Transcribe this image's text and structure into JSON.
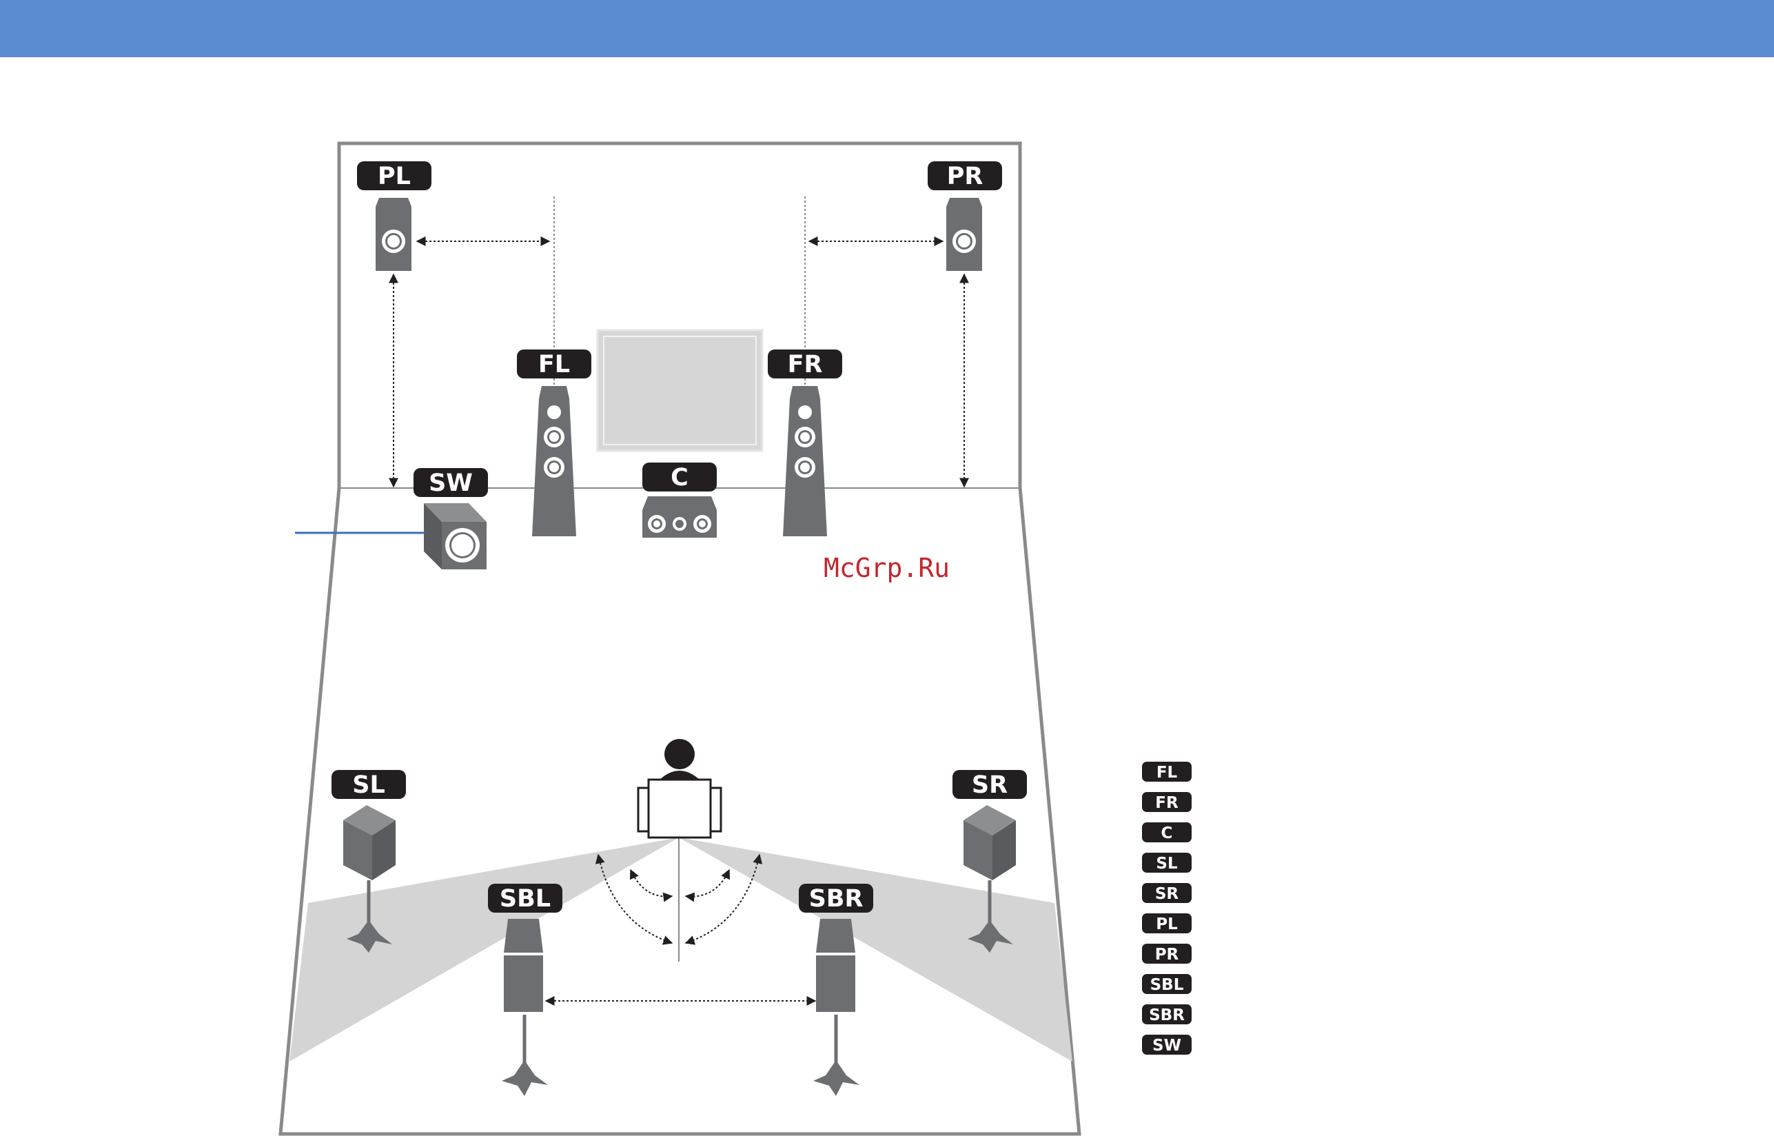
{
  "watermark": "McGrp.Ru",
  "labels": {
    "pl": "PL",
    "pr": "PR",
    "fl": "FL",
    "fr": "FR",
    "c": "C",
    "sw": "SW",
    "sl": "SL",
    "sr": "SR",
    "sbl": "SBL",
    "sbr": "SBR"
  },
  "legend": [
    "FL",
    "FR",
    "C",
    "SL",
    "SR",
    "PL",
    "PR",
    "SBL",
    "SBR",
    "SW"
  ],
  "colors": {
    "header": "#5b8bd0",
    "label_bg": "#231f20",
    "speaker": "#6d6e71",
    "room_outline": "#8a8a8a",
    "dispersion": "#d4d4d4",
    "watermark": "#c0282e"
  }
}
